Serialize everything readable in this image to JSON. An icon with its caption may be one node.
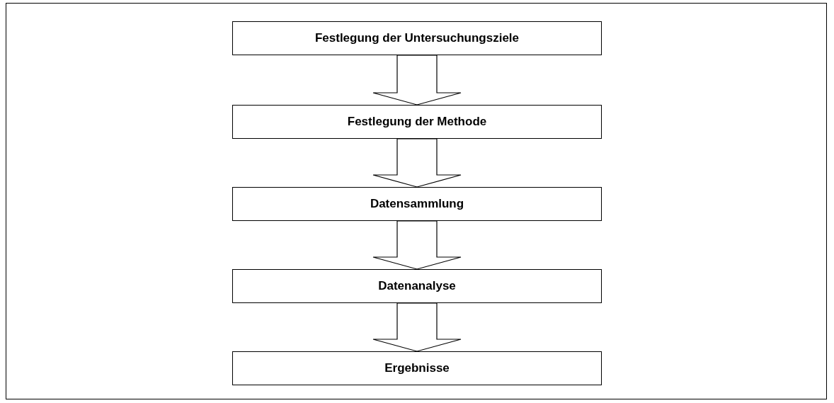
{
  "diagram": {
    "nodes": [
      {
        "text": [
          "Festlegung der Untersuchungsziele"
        ]
      },
      {
        "text": [
          "Festlegung der Methode"
        ]
      },
      {
        "text": [
          "Datensammlung"
        ]
      },
      {
        "text": [
          "Datenanalyse"
        ]
      },
      {
        "text": [
          "Ergebnisse"
        ]
      }
    ],
    "edges": [
      {
        "from": 0,
        "to": 1,
        "arrow": "to"
      },
      {
        "from": 1,
        "to": 2,
        "arrow": "to"
      },
      {
        "from": 2,
        "to": 3,
        "arrow": "to"
      },
      {
        "from": 3,
        "to": 4,
        "arrow": "to"
      }
    ]
  }
}
